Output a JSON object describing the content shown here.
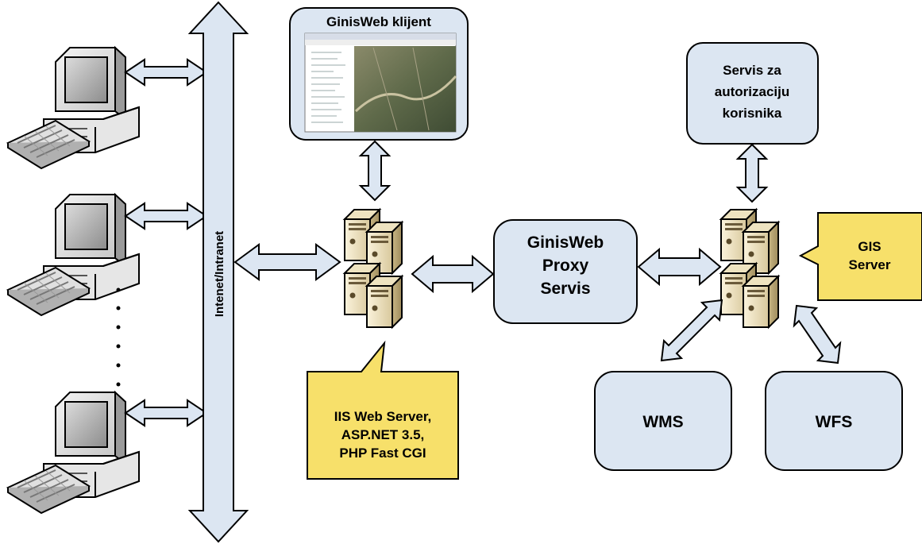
{
  "network": {
    "label": "Intenet/Intranet"
  },
  "client": {
    "title": "GinisWeb klijent"
  },
  "proxy": {
    "line1": "GinisWeb",
    "line2": "Proxy",
    "line3": "Servis"
  },
  "auth": {
    "line1": "Servis za",
    "line2": "autorizaciju",
    "line3": "korisnika"
  },
  "gis_callout": {
    "line1": "GIS",
    "line2": "Server"
  },
  "iis_callout": {
    "line1": "IIS Web Server,",
    "line2": "ASP.NET 3.5,",
    "line3": "PHP Fast CGI"
  },
  "wms": {
    "label": "WMS"
  },
  "wfs": {
    "label": "WFS"
  },
  "colors": {
    "arrow_fill": "#dce6f2",
    "box_fill": "#dce6f2",
    "callout_fill": "#f7e06a",
    "stroke": "#000000"
  }
}
